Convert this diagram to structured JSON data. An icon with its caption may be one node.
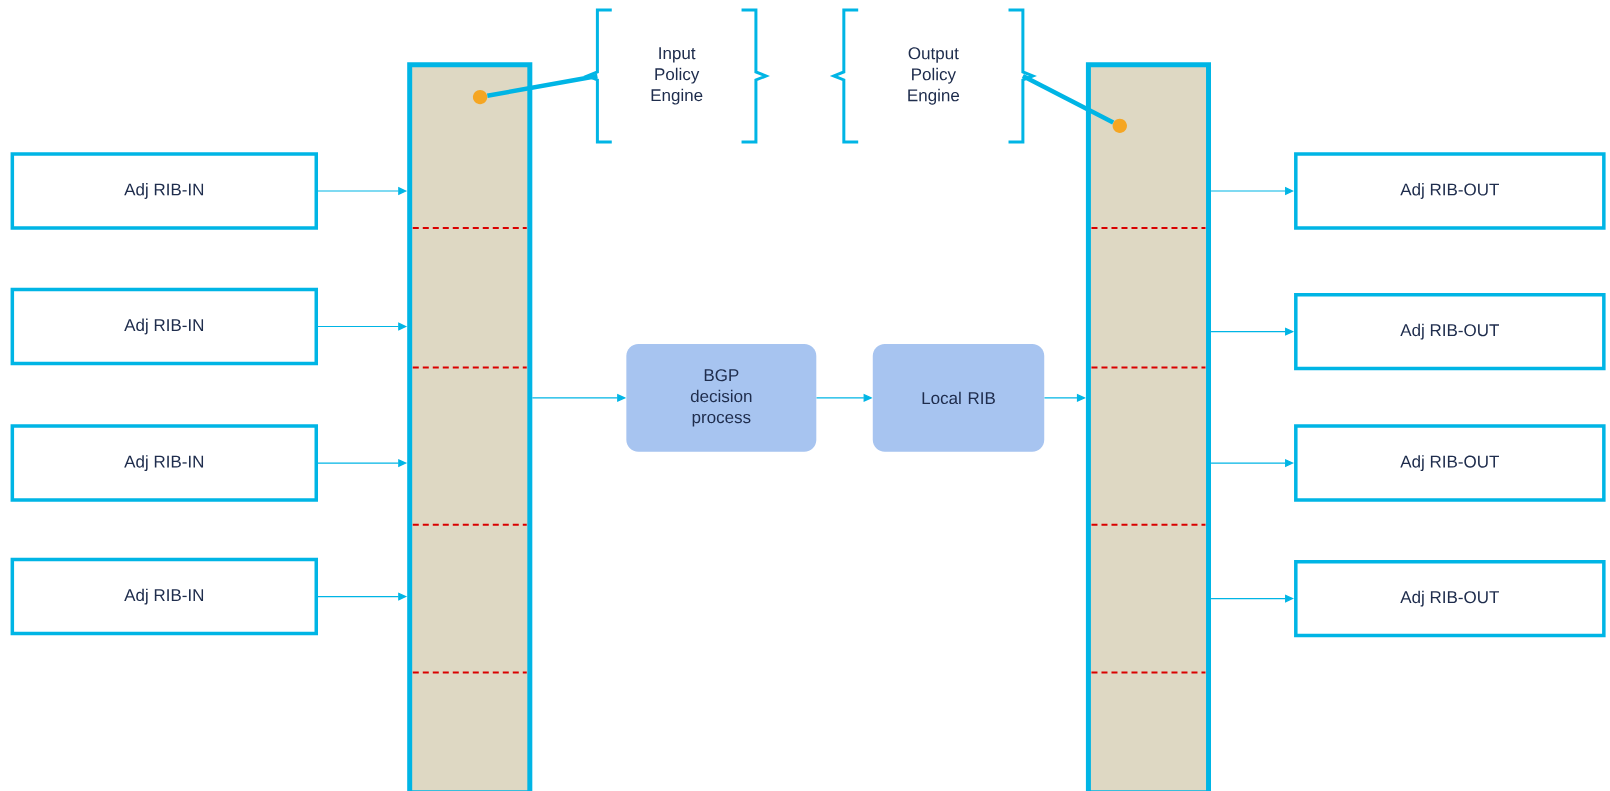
{
  "diagram": {
    "nodes": [
      {
        "text": [
          "Input Policy Engine"
        ]
      },
      {
        "text": [
          "Output Policy Engine"
        ]
      },
      {
        "text": [
          "Adj RIB-IN"
        ]
      },
      {
        "text": [
          "Adj RIB-IN"
        ]
      },
      {
        "text": [
          "Adj RIB-IN"
        ]
      },
      {
        "text": [
          "Adj RIB-IN"
        ]
      },
      {
        "text": [],
        "shape": "bar"
      },
      {
        "text": [],
        "shape": "circle",
        "in": 6
      },
      {
        "text": [
          "BGP decision process"
        ]
      },
      {
        "text": [
          "Local RIB"
        ]
      },
      {
        "text": [],
        "shape": "bar"
      },
      {
        "text": [],
        "shape": "circle",
        "in": 10
      },
      {
        "text": [
          "Adj RIB-OUT"
        ]
      },
      {
        "text": [
          "Adj RIB-OUT"
        ]
      },
      {
        "text": [
          "Adj RIB-OUT"
        ]
      },
      {
        "text": [
          "Adj RIB-OUT"
        ]
      }
    ],
    "edges": [
      {
        "from": 2,
        "to": 6,
        "arrow": "to"
      },
      {
        "from": 3,
        "to": 6,
        "arrow": "to"
      },
      {
        "from": 4,
        "to": 6,
        "arrow": "to"
      },
      {
        "from": 5,
        "to": 6,
        "arrow": "to"
      },
      {
        "from": 6,
        "to": 8,
        "arrow": "to"
      },
      {
        "from": 8,
        "to": 9,
        "arrow": "to"
      },
      {
        "from": 9,
        "to": 10,
        "arrow": "to"
      },
      {
        "from": 10,
        "to": 12,
        "arrow": "to"
      },
      {
        "from": 10,
        "to": 13,
        "arrow": "to"
      },
      {
        "from": 10,
        "to": 14,
        "arrow": "to"
      },
      {
        "from": 10,
        "to": 15,
        "arrow": "to"
      },
      {
        "from": 0,
        "to": 7,
        "arrow": "none",
        "style": "thick"
      },
      {
        "from": 1,
        "to": 11,
        "arrow": "none",
        "style": "thick"
      }
    ]
  }
}
